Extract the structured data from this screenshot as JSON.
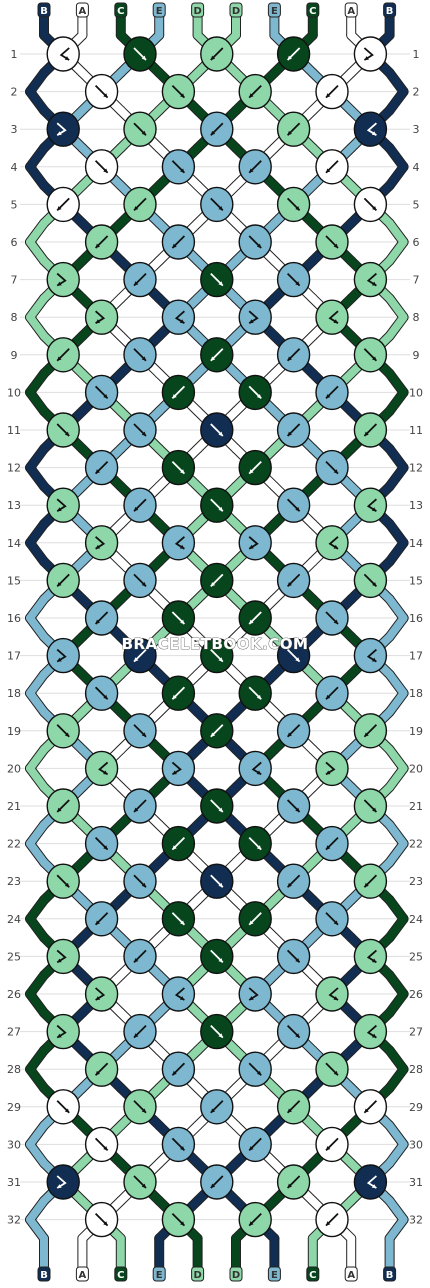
{
  "colors": {
    "A": "#ffffff",
    "B": "#112d52",
    "C": "#07451c",
    "D": "#8ed7a8",
    "E": "#7db8d0"
  },
  "strands_top": [
    "B",
    "A",
    "C",
    "E",
    "D",
    "D",
    "E",
    "C",
    "A",
    "B"
  ],
  "strands_bottom": [
    "B",
    "A",
    "C",
    "E",
    "D",
    "D",
    "E",
    "C",
    "A",
    "B"
  ],
  "watermark": "BRACELETBOOK.COM",
  "row_numbers": [
    "1",
    "2",
    "3",
    "4",
    "5",
    "6",
    "7",
    "8",
    "9",
    "10",
    "11",
    "12",
    "13",
    "14",
    "15",
    "16",
    "17",
    "18",
    "19",
    "20",
    "21",
    "22",
    "23",
    "24",
    "25",
    "26",
    "27",
    "28",
    "29",
    "30",
    "31",
    "32"
  ],
  "pattern_knots": [
    [
      "A:bf",
      "C:f",
      "D:b",
      "C:b",
      "A:fb"
    ],
    [
      "A:f",
      "D:f",
      "D:b",
      "A:b"
    ],
    [
      "B:fb",
      "D:f",
      "E:b",
      "D:b",
      "B:bf"
    ],
    [
      "A:f",
      "E:f",
      "E:b",
      "A:b"
    ],
    [
      "A:b",
      "D:b",
      "E:f",
      "D:f",
      "A:f"
    ],
    [
      "D:b",
      "E:b",
      "E:f",
      "D:f"
    ],
    [
      "D:fb",
      "E:b",
      "C:f",
      "E:f",
      "D:bf"
    ],
    [
      "D:fb",
      "E:bf",
      "E:fb",
      "D:bf"
    ],
    [
      "D:b",
      "E:f",
      "C:b",
      "E:b",
      "D:f"
    ],
    [
      "E:f",
      "C:b",
      "C:f",
      "E:b"
    ],
    [
      "D:f",
      "E:f",
      "B:f",
      "E:b",
      "D:b"
    ],
    [
      "E:b",
      "C:f",
      "C:b",
      "E:f"
    ],
    [
      "D:fb",
      "E:b",
      "C:f",
      "E:f",
      "D:bf"
    ],
    [
      "D:fb",
      "E:bf",
      "E:fb",
      "D:bf"
    ],
    [
      "D:b",
      "E:f",
      "C:b",
      "E:b",
      "D:f"
    ],
    [
      "E:b",
      "C:f",
      "C:b",
      "E:f"
    ],
    [
      "E:fb",
      "B:b",
      "C:f",
      "B:f",
      "E:bf"
    ],
    [
      "E:f",
      "C:b",
      "C:f",
      "E:b"
    ],
    [
      "D:f",
      "E:f",
      "C:b",
      "E:b",
      "D:b"
    ],
    [
      "D:bf",
      "E:fb",
      "E:bf",
      "D:fb"
    ],
    [
      "D:b",
      "E:b",
      "C:f",
      "E:f",
      "D:f"
    ],
    [
      "E:f",
      "C:b",
      "C:f",
      "E:b"
    ],
    [
      "D:f",
      "E:f",
      "B:f",
      "E:b",
      "D:b"
    ],
    [
      "E:b",
      "C:f",
      "C:b",
      "E:f"
    ],
    [
      "D:fb",
      "E:b",
      "C:f",
      "E:f",
      "D:bf"
    ],
    [
      "D:fb",
      "E:bf",
      "E:fb",
      "D:bf"
    ],
    [
      "D:fb",
      "E:b",
      "C:f",
      "E:f",
      "D:bf"
    ],
    [
      "D:b",
      "E:b",
      "E:f",
      "D:f"
    ],
    [
      "A:f",
      "D:f",
      "E:b",
      "D:b",
      "A:b"
    ],
    [
      "A:f",
      "E:f",
      "E:b",
      "A:b"
    ],
    [
      "B:fb",
      "D:f",
      "E:b",
      "D:b",
      "B:bf"
    ],
    [
      "A:f",
      "D:f",
      "D:b",
      "A:b"
    ]
  ]
}
